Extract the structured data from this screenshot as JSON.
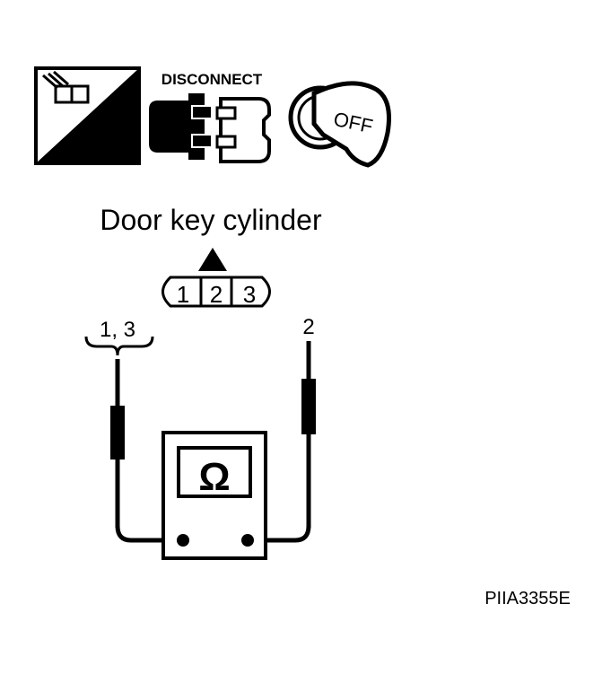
{
  "icons": {
    "ts_label": "T.S.",
    "disconnect_label": "DISCONNECT",
    "key_label": "OFF"
  },
  "connector": {
    "title": "Door key cylinder",
    "pins": [
      "1",
      "2",
      "3"
    ]
  },
  "probes": {
    "left_label": "1, 3",
    "right_label": "2"
  },
  "meter": {
    "symbol": "Ω"
  },
  "figure_id": "PIIA3355E"
}
